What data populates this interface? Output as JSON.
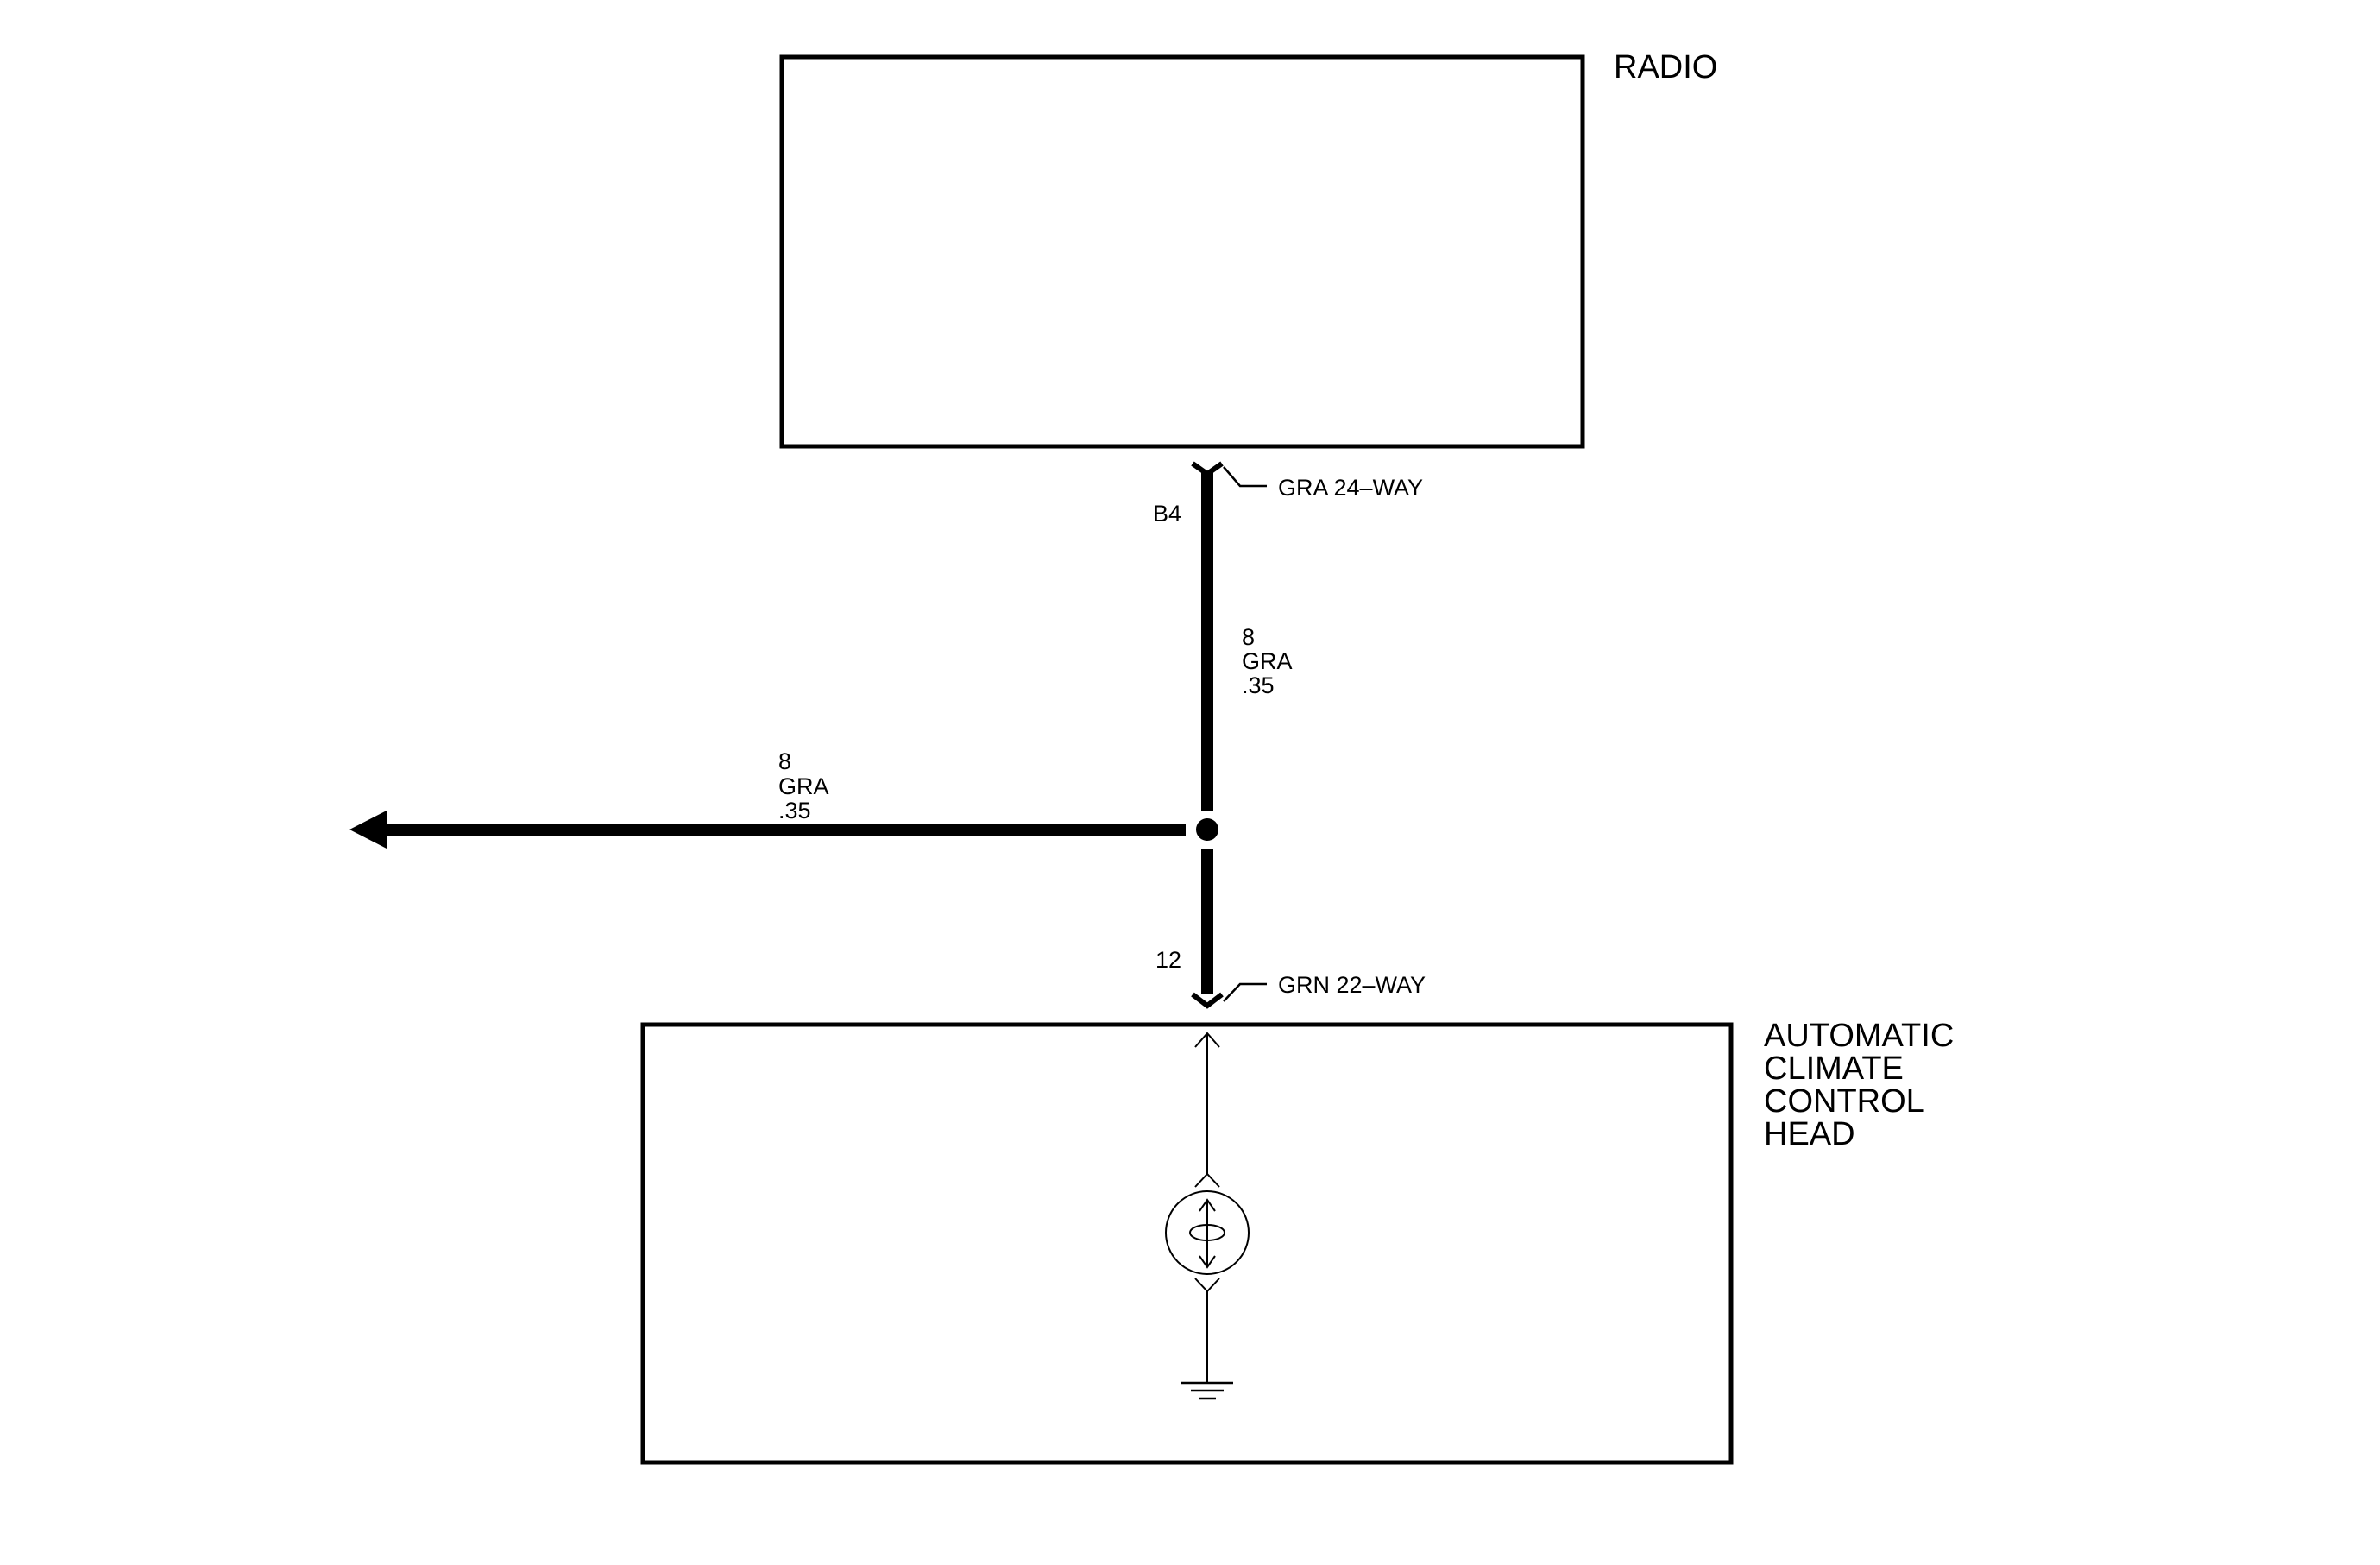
{
  "radio": {
    "title": "RADIO"
  },
  "climate_head": {
    "title_lines": [
      "AUTOMATIC",
      "CLIMATE",
      "CONTROL",
      "HEAD"
    ]
  },
  "upper_connector": {
    "name": "GRA 24–WAY",
    "pin": "B4"
  },
  "lower_connector": {
    "name": "GRN 22–WAY",
    "pin": "12"
  },
  "vertical_wire": {
    "circuit": "8",
    "color": "GRA",
    "size": ".35"
  },
  "branch_wire": {
    "circuit": "8",
    "color": "GRA",
    "size": ".35"
  }
}
